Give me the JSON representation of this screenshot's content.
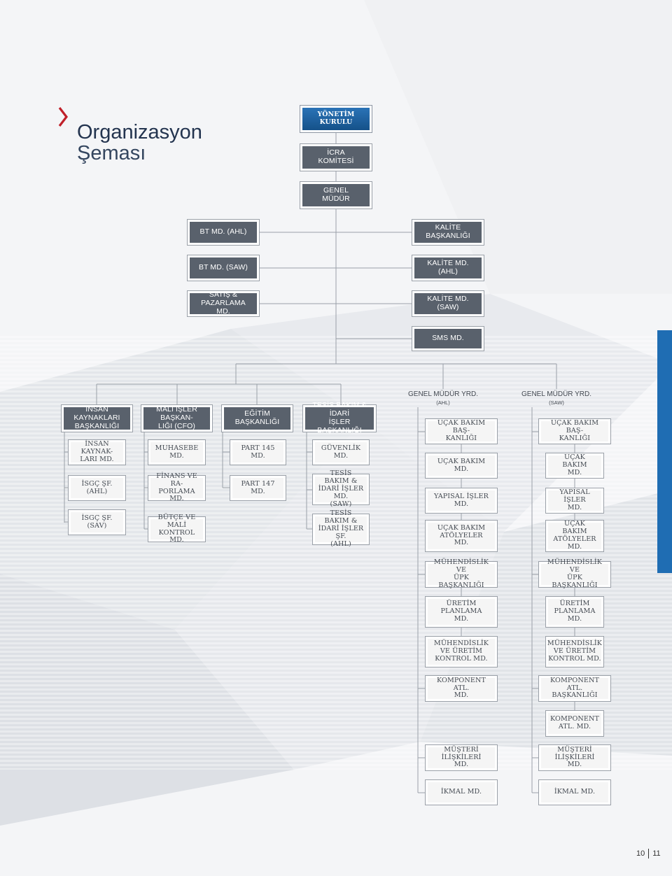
{
  "title": {
    "line1": "Organizasyon",
    "line2": "Şeması"
  },
  "page_numbers": {
    "left": "10",
    "right": "11"
  },
  "colors": {
    "accent": "#1f6db3",
    "dark_box": "#59616c",
    "blue_box": "#1f64a4",
    "chevron": "#c0202a"
  },
  "top": {
    "board": "YÖNETİM\nKURULU",
    "exec": "İCRA\nKOMİTESİ",
    "gm": "GENEL\nMÜDÜR"
  },
  "staff": {
    "bt_ahl": "BT MD. (AHL)",
    "bt_saw": "BT MD. (SAW)",
    "satis": "SATIŞ & PAZARLAMA\nMD.",
    "kalite_bsk": "KALİTE\nBAŞKANLIĞI",
    "kalite_ahl": "KALİTE MD. (AHL)",
    "kalite_saw": "KALİTE MD. (SAW)",
    "sms": "SMS MD."
  },
  "depts": {
    "ik": {
      "head": "İNSAN KAYNAKLARI\nBAŞKANLIĞI",
      "items": [
        "İNSAN KAYNAK-\nLARI MD.",
        "İSGÇ ŞF.\n(AHL)",
        "İSGÇ ŞF.\n(SAV)"
      ]
    },
    "mali": {
      "head": "MALİ İŞLER BAŞKAN-\nLIĞI (CFO)",
      "items": [
        "MUHASEBE\nMD.",
        "FİNANS VE RA-\nPORLAMA MD.",
        "BÜTÇE VE MALİ\nKONTROL MD."
      ]
    },
    "egitim": {
      "head": "EĞİTİM\nBAŞKANLIĞI",
      "items": [
        "PART 145\nMD.",
        "PART 147\nMD."
      ]
    },
    "tesis": {
      "head": "TESİS BAKIM & İDARİ\nİŞLER BAŞKANLIĞI",
      "items": [
        "GÜVENLİK\nMD.",
        "TESİS BAKIM &\nİDARİ İŞLER MD.\n(SAW)",
        "TESİS BAKIM &\nİDARİ İŞLER ŞF.\n(AHL)"
      ]
    }
  },
  "gmy_ahl": {
    "title": "GENEL MÜDÜR YRD.",
    "sub": "(AHL)",
    "items": [
      "UÇAK BAKIM BAŞ-\nKANLIĞI",
      "UÇAK BAKIM\nMD.",
      "YAPISAL İŞLER\nMD.",
      "UÇAK BAKIM\nATÖLYELER\nMD.",
      "MÜHENDİSLİK VE\nÜPK BAŞKANLIĞI",
      "ÜRETİM\nPLANLAMA\nMD.",
      "MÜHENDİSLİK\nVE ÜRETİM\nKONTROL MD.",
      "KOMPONENT ATL.\nMD.",
      "MÜŞTERİ İLİŞKİLERİ\nMD.",
      "İKMAL MD."
    ]
  },
  "gmy_saw": {
    "title": "GENEL MÜDÜR YRD.",
    "sub": "(SAW)",
    "items": [
      "UÇAK BAKIM BAŞ-\nKANLIĞI",
      "UÇAK BAKIM\nMD.",
      "YAPISAL İŞLER\nMD.",
      "UÇAK BAKIM\nATÖLYELER\nMD.",
      "MÜHENDİSLİK VE\nÜPK BAŞKANLIĞI",
      "ÜRETİM\nPLANLAMA\nMD.",
      "MÜHENDİSLİK\nVE ÜRETİM\nKONTROL MD.",
      "KOMPONENT ATL.\nBAŞKANLIĞI",
      "KOMPONENT\nATL. MD.",
      "MÜŞTERİ İLİŞKİLERİ\nMD.",
      "İKMAL MD."
    ]
  }
}
